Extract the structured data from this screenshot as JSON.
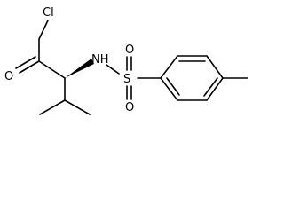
{
  "structure": {
    "atoms": {
      "chlorine": "Cl",
      "carbonyl_oxygen": "O",
      "amine": "NH",
      "sulfur": "S",
      "sulfonyl_oxygen_top": "O",
      "sulfonyl_oxygen_bottom": "O"
    }
  }
}
